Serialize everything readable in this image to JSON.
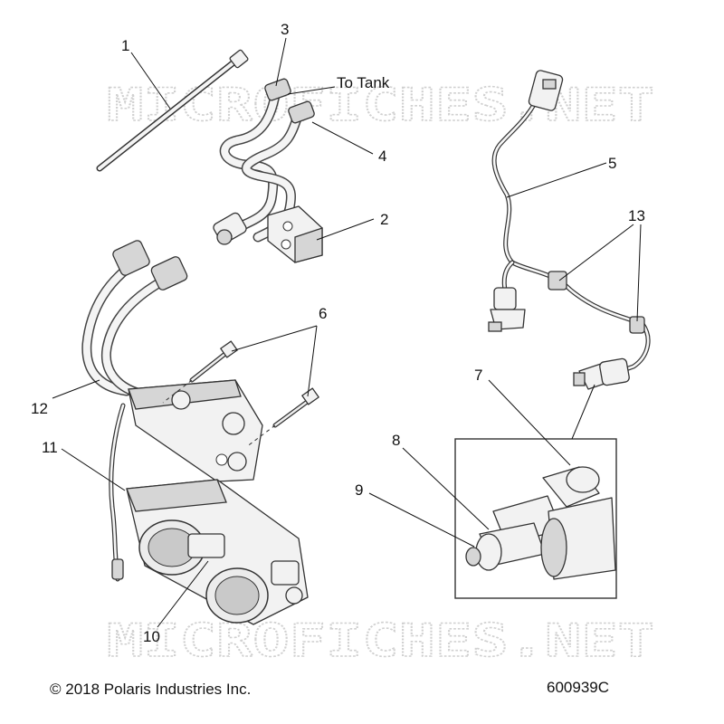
{
  "watermark": {
    "top": "MICROFICHES.NET",
    "bottom": "MICROFICHES.NET"
  },
  "callouts": {
    "c1": "1",
    "c2": "2",
    "c3": "3",
    "to_tank": "To Tank",
    "c4": "4",
    "c5": "5",
    "c6": "6",
    "c7": "7",
    "c8": "8",
    "c9": "9",
    "c10": "10",
    "c11": "11",
    "c12": "12",
    "c13": "13"
  },
  "footer": {
    "copyright": "© 2018 Polaris Industries Inc.",
    "figure_id": "600939C"
  }
}
